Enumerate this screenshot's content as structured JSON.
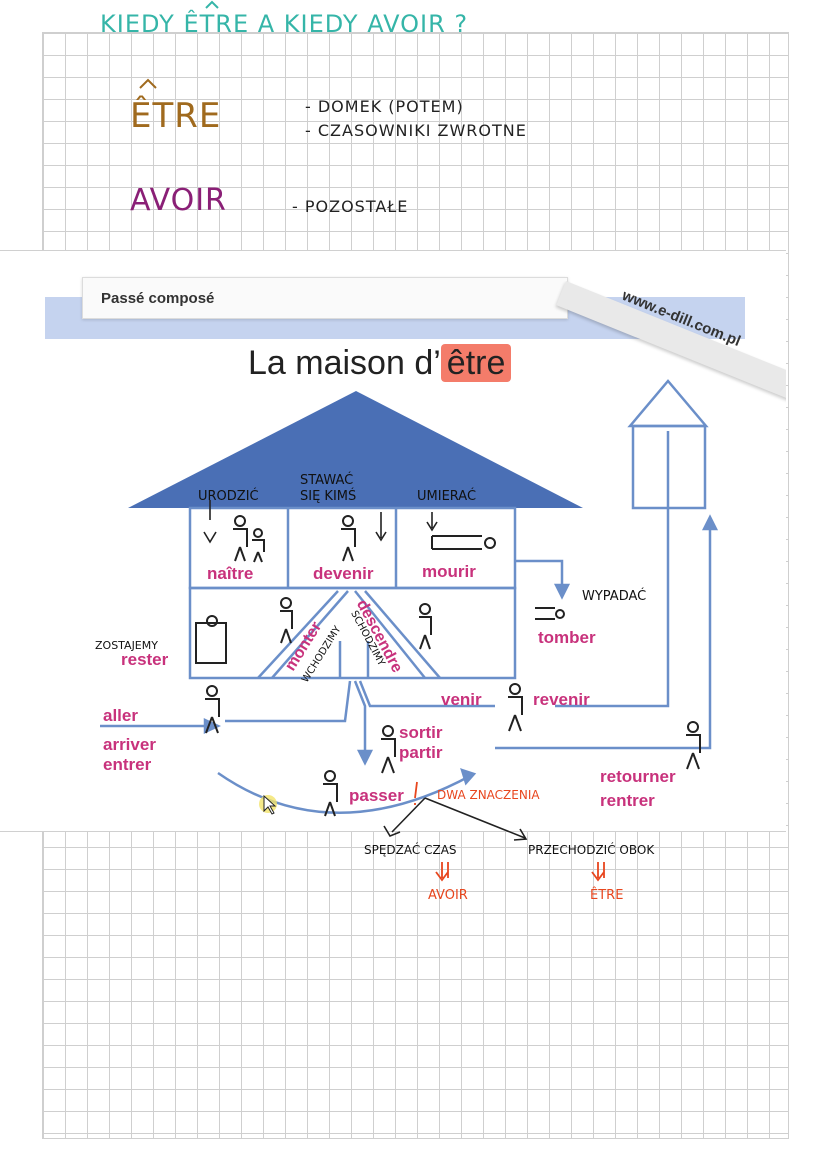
{
  "header": {
    "title": "KIEDY ÊTRE A KIEDY AVOIR ?"
  },
  "notes": {
    "etre": {
      "word": "ÊTRE",
      "lines": [
        "- DOMEK (POTEM)",
        "- CZASOWNIKI ZWROTNE"
      ]
    },
    "avoir": {
      "word": "AVOIR",
      "lines": [
        "- POZOSTAŁE"
      ]
    }
  },
  "slide": {
    "tab_label": "Passé composé",
    "title_prefix": "La maison d’",
    "title_highlight": "être",
    "website": "www.e-dill.com.pl",
    "verbs": {
      "naitre": "naître",
      "devenir": "devenir",
      "mourir": "mourir",
      "rester": "rester",
      "monter": "monter",
      "descendre": "descendre",
      "tomber": "tomber",
      "aller": "aller",
      "arriver": "arriver",
      "entrer": "entrer",
      "venir": "venir",
      "revenir": "revenir",
      "sortir": "sortir",
      "partir": "partir",
      "passer": "passer",
      "retourner": "retourner",
      "rentrer": "rentrer"
    }
  },
  "annotations": {
    "urodzic": "URODZIĆ",
    "stawac": "STAWAĆ",
    "sie_kims": "SIĘ KIMŚ",
    "umierac": "UMIERAĆ",
    "wypadac": "WYPADAĆ",
    "zostawac": "ZOSTAJEMY",
    "wchodzimy": "WCHODZIMY",
    "schodzimy": "SCHODZIMY",
    "dwa_znaczenia": "DWA ZNACZENIA",
    "spedzac": "SPĘDZAĆ CZAS",
    "przechodzic": "PRZECHODZIĆ OBOK",
    "avoir": "AVOIR",
    "etre": "ÊTRE"
  },
  "colors": {
    "teal": "#35b5a8",
    "brown": "#a06a1e",
    "purple": "#8a1f76",
    "roof_blue": "#4a6fb5",
    "line_blue": "#6b8fc9",
    "verb_pink": "#c8327c",
    "anno_red": "#e8461e"
  }
}
